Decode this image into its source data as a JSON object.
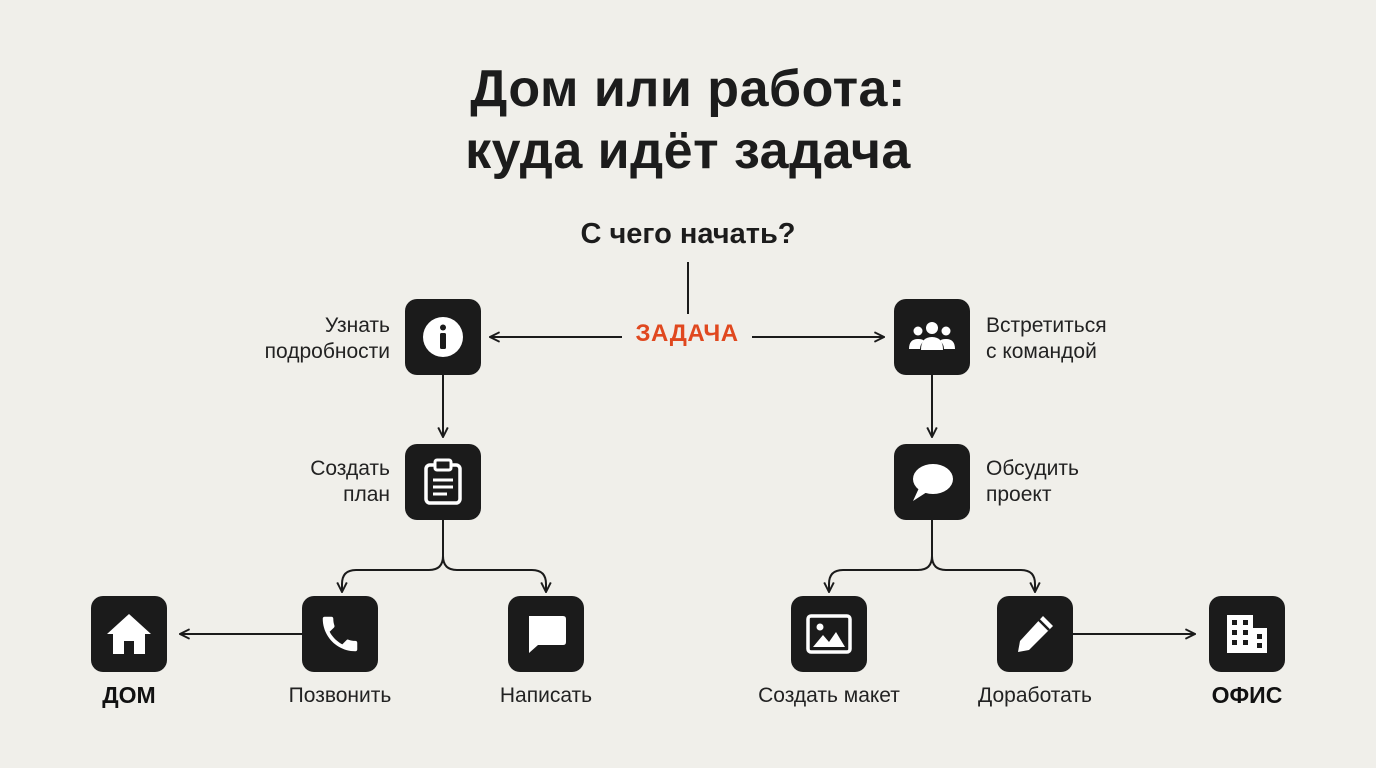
{
  "title": {
    "line1": "Дом или работа:",
    "line2": "куда идёт задача"
  },
  "subtitle": "С чего начать?",
  "center_label": "ЗАДАЧА",
  "accent_color": "#e0481f",
  "nodes": {
    "info": {
      "icon": "info-icon",
      "line1": "Узнать",
      "line2": "подробности"
    },
    "plan": {
      "icon": "clipboard-icon",
      "line1": "Создать",
      "line2": "план"
    },
    "home": {
      "icon": "home-icon",
      "label": "ДОМ"
    },
    "call": {
      "icon": "phone-icon",
      "label": "Позвонить"
    },
    "write": {
      "icon": "message-icon",
      "label": "Написать"
    },
    "team": {
      "icon": "team-icon",
      "line1": "Встретиться",
      "line2": "с командой"
    },
    "discuss": {
      "icon": "chat-icon",
      "line1": "Обсудить",
      "line2": "проект"
    },
    "mockup": {
      "icon": "image-icon",
      "label": "Создать макет"
    },
    "refine": {
      "icon": "pencil-icon",
      "label": "Доработать"
    },
    "office": {
      "icon": "building-icon",
      "label": "ОФИС"
    }
  }
}
